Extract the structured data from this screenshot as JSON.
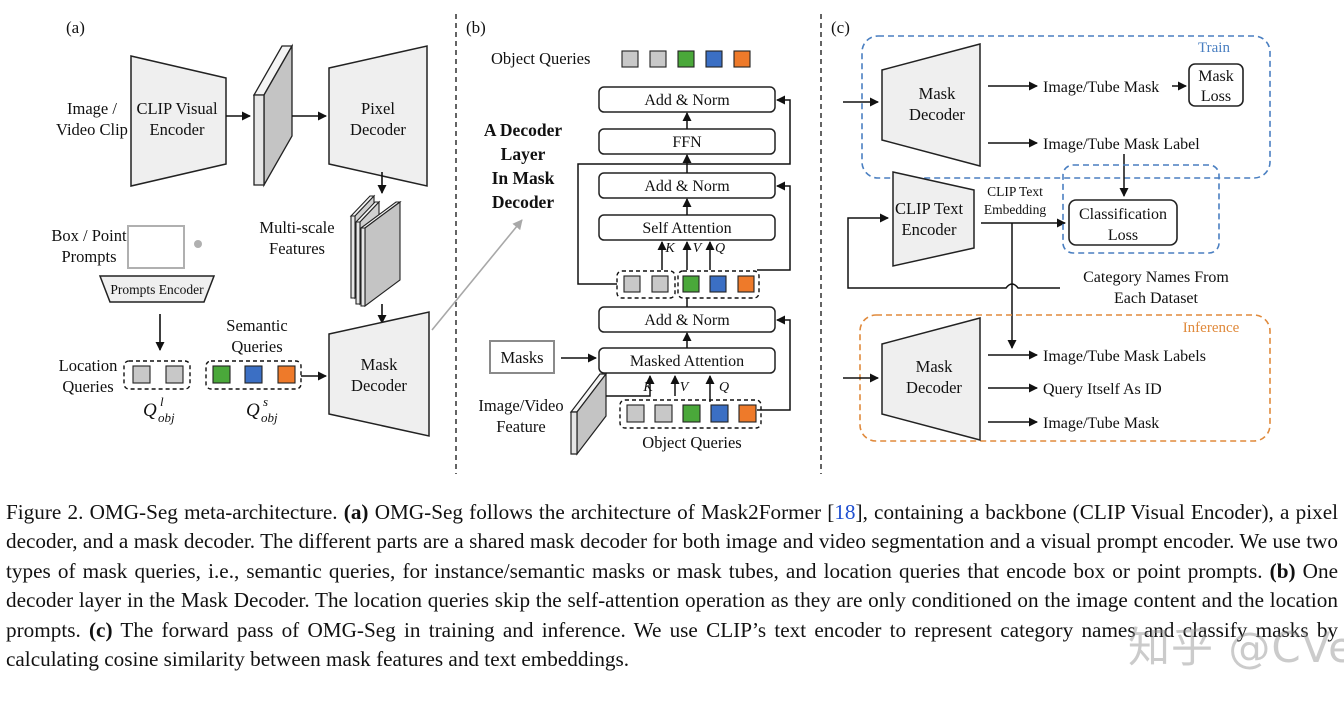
{
  "panels": {
    "a": {
      "tag": "(a)",
      "input_line1": "Image /",
      "input_line2": "Video Clip",
      "clip_visual_line1": "CLIP Visual",
      "clip_visual_line2": "Encoder",
      "pixel_decoder_line1": "Pixel",
      "pixel_decoder_line2": "Decoder",
      "multiscale_line1": "Multi-scale",
      "multiscale_line2": "Features",
      "box_point_line1": "Box / Point",
      "box_point_line2": "Prompts",
      "prompts_encoder": "Prompts Encoder",
      "location_line1": "Location",
      "location_line2": "Queries",
      "semantic_line1": "Semantic",
      "semantic_line2": "Queries",
      "mask_decoder_line1": "Mask",
      "mask_decoder_line2": "Decoder",
      "q_base": "Q",
      "q_sup_location": "l",
      "q_sup_semantic": "s",
      "q_sub": "obj"
    },
    "b": {
      "tag": "(b)",
      "object_queries_top": "Object Queries",
      "title_line1": "A Decoder",
      "title_line2": "Layer",
      "title_line3": "In Mask",
      "title_line4": "Decoder",
      "add_norm_top": "Add & Norm",
      "ffn": "FFN",
      "add_norm_mid": "Add & Norm",
      "self_attention": "Self Attention",
      "add_norm_low": "Add & Norm",
      "masked_attention": "Masked Attention",
      "masks": "Masks",
      "feature_line1": "Image/Video",
      "feature_line2": "Feature",
      "object_queries_bottom": "Object Queries",
      "k": "K",
      "v": "V",
      "q": "Q"
    },
    "c": {
      "tag": "(c)",
      "train": "Train",
      "mask_decoder_line1": "Mask",
      "mask_decoder_line2": "Decoder",
      "tube_mask": "Image/Tube Mask",
      "mask_loss_line1": "Mask",
      "mask_loss_line2": "Loss",
      "tube_mask_label": "Image/Tube Mask Label",
      "clip_text_line1": "CLIP Text",
      "clip_text_line2": "Encoder",
      "embed_line1": "CLIP Text",
      "embed_line2": "Embedding",
      "cls_loss_line1": "Classification",
      "cls_loss_line2": "Loss",
      "category_line1": "Category Names From",
      "category_line2": "Each Dataset",
      "inference": "Inference",
      "inf_mask_decoder_line1": "Mask",
      "inf_mask_decoder_line2": "Decoder",
      "out_labels": "Image/Tube Mask Labels",
      "out_query_id": "Query Itself As ID",
      "out_mask": "Image/Tube Mask"
    }
  },
  "colors": {
    "gray_query": "#c8c8c8",
    "green_query": "#4aa83a",
    "blue_query": "#3b6fc4",
    "orange_query": "#ee7a2a",
    "train_border": "#4a7fc1",
    "inference_border": "#e08a3c",
    "block_fill": "#efefef"
  },
  "caption": {
    "label": "Figure 2. OMG-Seg meta-architecture. ",
    "a_tag": "(a)",
    "text_a1": " OMG-Seg follows the architecture of Mask2Former [",
    "ref": "18",
    "text_a2": "], containing a backbone (CLIP Visual Encoder), a pixel decoder, and a mask decoder. The different parts are a shared mask decoder for both image and video segmentation and a visual prompt encoder. We use two types of mask queries, i.e., semantic queries, for instance/semantic masks or mask tubes, and location queries that encode box or point prompts. ",
    "b_tag": "(b)",
    "text_b": " One decoder layer in the Mask Decoder. The location queries skip the self-attention operation as they are only conditioned on the image content and the location prompts. ",
    "c_tag": "(c)",
    "text_c": " The forward pass of OMG-Seg in training and inference. We use CLIP’s text encoder to represent category names and classify masks by calculating cosine similarity between mask features and text embeddings."
  },
  "watermark": "知乎 @CVer"
}
